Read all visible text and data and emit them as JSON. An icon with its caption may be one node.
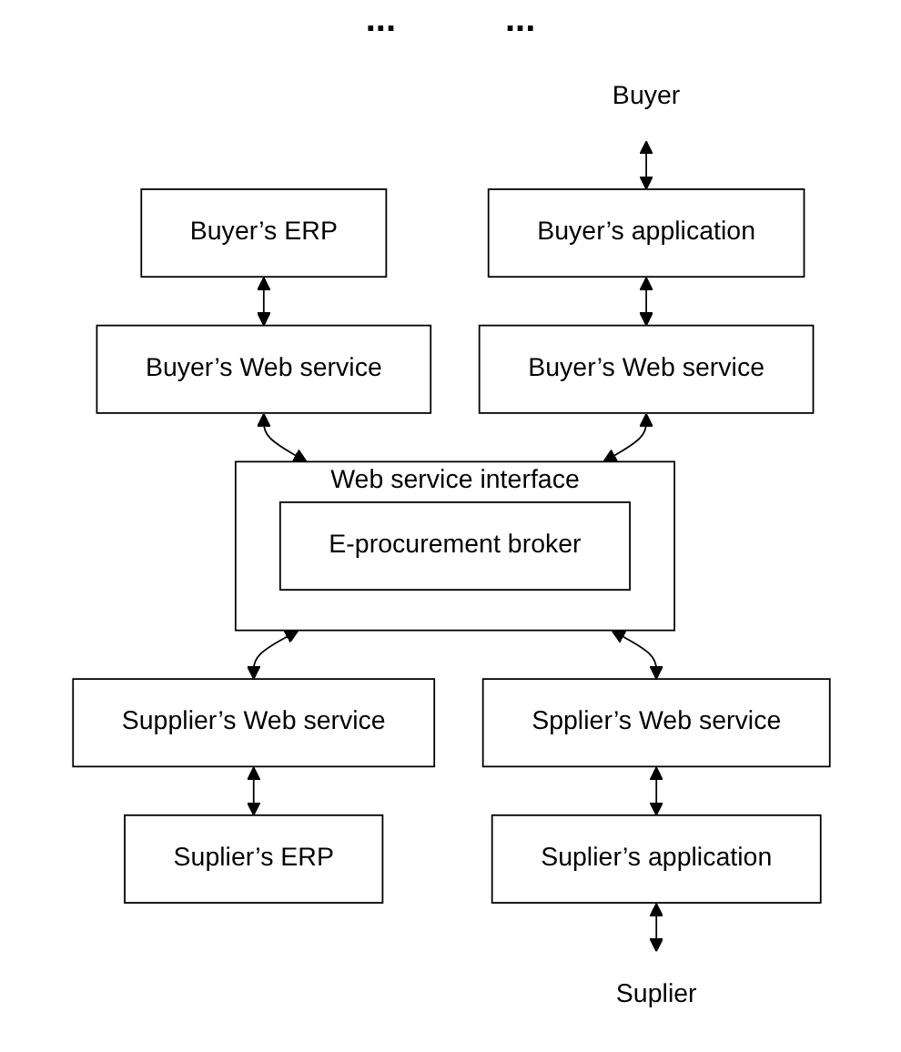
{
  "diagram": {
    "nodes": [
      {
        "text": [
          "Buyer"
        ]
      },
      {
        "text": [
          "Buyer’s ERP"
        ]
      },
      {
        "text": [
          "Buyer’s application"
        ]
      },
      {
        "text": [
          "Buyer’s Web service"
        ]
      },
      {
        "text": [
          "Buyer’s Web service"
        ]
      },
      {
        "text": [
          "Web service interface"
        ]
      },
      {
        "text": [
          "E-procurement broker"
        ],
        "in": 5
      },
      {
        "text": [
          "Supplier’s Web service"
        ]
      },
      {
        "text": [
          "Spplier’s Web service"
        ]
      },
      {
        "text": [
          "Suplier’s ERP"
        ]
      },
      {
        "text": [
          "Suplier’s application"
        ]
      },
      {
        "text": [
          "Suplier"
        ]
      }
    ],
    "edges": [
      {
        "from": 0,
        "to": 2,
        "arrow": "both"
      },
      {
        "from": 1,
        "to": 3,
        "arrow": "both"
      },
      {
        "from": 2,
        "to": 4,
        "arrow": "both"
      },
      {
        "from": 3,
        "to": 5,
        "arrow": "both"
      },
      {
        "from": 4,
        "to": 5,
        "arrow": "both"
      },
      {
        "from": 5,
        "to": 7,
        "arrow": "both"
      },
      {
        "from": 5,
        "to": 8,
        "arrow": "both"
      },
      {
        "from": 7,
        "to": 9,
        "arrow": "both"
      },
      {
        "from": 8,
        "to": 10,
        "arrow": "both"
      },
      {
        "from": 10,
        "to": 11,
        "arrow": "both"
      }
    ],
    "labels": [
      "...",
      "..."
    ]
  }
}
